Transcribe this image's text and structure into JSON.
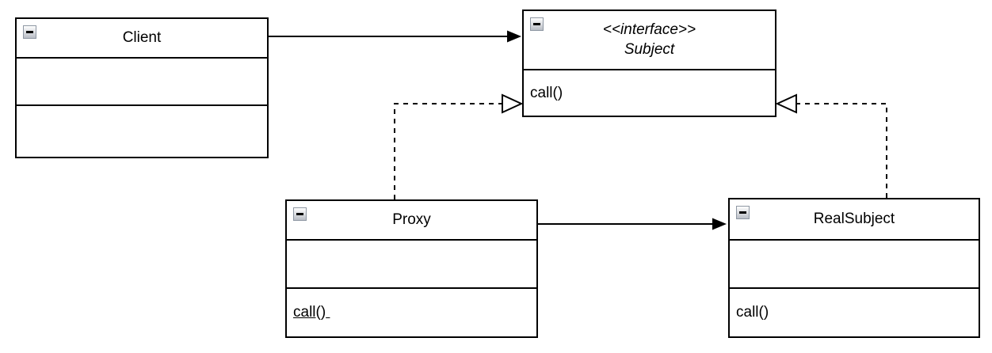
{
  "diagram": {
    "type": "uml-class-diagram",
    "pattern_name": "Proxy",
    "colors": {
      "stroke": "#000000",
      "fill": "#ffffff",
      "collapse_icon_border": "#8e97a3"
    },
    "classes": [
      {
        "id": "client",
        "name": "Client",
        "stereotype": "",
        "attributes": [],
        "methods": []
      },
      {
        "id": "subject",
        "name": "Subject",
        "stereotype": "<<interface>>",
        "attributes": [],
        "methods": [
          "call()"
        ],
        "method_label": "call()"
      },
      {
        "id": "proxy",
        "name": "Proxy",
        "stereotype": "",
        "attributes": [],
        "methods": [
          "call()"
        ],
        "method_parts": {
          "underlined": "call",
          "plain": "()",
          "trailing": " "
        }
      },
      {
        "id": "realsubject",
        "name": "RealSubject",
        "stereotype": "",
        "attributes": [],
        "methods": [
          "call()"
        ],
        "method_label": "call()"
      }
    ],
    "relationships": [
      {
        "from": "Client",
        "to": "Subject",
        "type": "directed-association",
        "line": "solid",
        "arrowhead": "filled"
      },
      {
        "from": "Proxy",
        "to": "Subject",
        "type": "realization",
        "line": "dashed",
        "arrowhead": "hollow-triangle"
      },
      {
        "from": "RealSubject",
        "to": "Subject",
        "type": "realization",
        "line": "dashed",
        "arrowhead": "hollow-triangle"
      },
      {
        "from": "Proxy",
        "to": "RealSubject",
        "type": "directed-association",
        "line": "solid",
        "arrowhead": "filled"
      }
    ]
  }
}
